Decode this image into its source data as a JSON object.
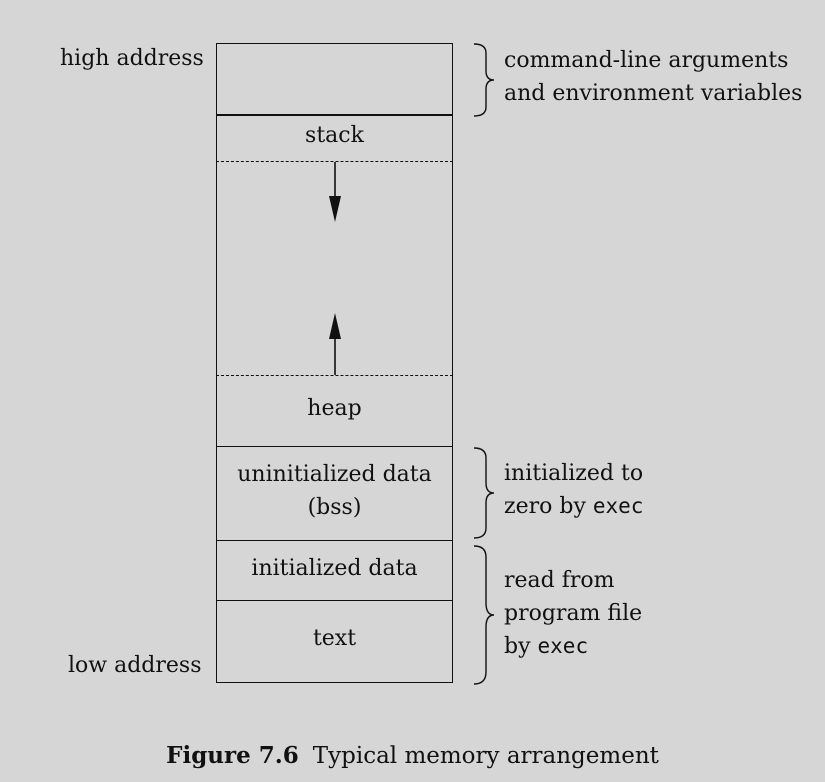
{
  "labels": {
    "high_address": "high address",
    "low_address": "low address"
  },
  "segments": {
    "stack": "stack",
    "heap": "heap",
    "bss_line1": "uninitialized data",
    "bss_line2": "(bss)",
    "initialized_data": "initialized data",
    "text": "text"
  },
  "annotations": {
    "args": {
      "line1": "command-line arguments",
      "line2": "and environment variables"
    },
    "zero": {
      "line1": "initialized to",
      "line2_prefix": "zero by ",
      "line2_code": "exec"
    },
    "read": {
      "line1": "read from",
      "line2": "program file",
      "line3_prefix": "by ",
      "line3_code": "exec"
    }
  },
  "caption": {
    "number": "Figure 7.6",
    "text": "Typical memory arrangement"
  },
  "colors": {
    "background": "#d6d6d6",
    "ink": "#111111"
  }
}
